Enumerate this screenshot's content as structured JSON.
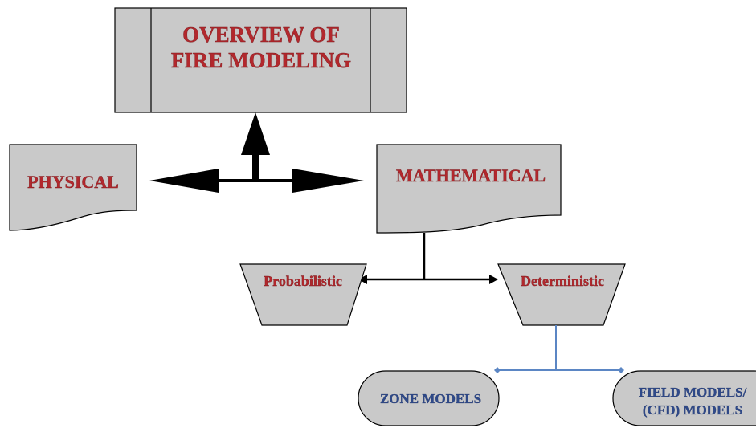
{
  "diagram": {
    "title": {
      "line1": "OVERVIEW OF",
      "line2": "FIRE MODELING"
    },
    "physical": "PHYSICAL",
    "mathematical": "MATHEMATICAL",
    "probabilistic": "Probabilistic",
    "deterministic": "Deterministic",
    "zone_models": "ZONE MODELS",
    "field_models": {
      "line1": "FIELD MODELS/",
      "line2": "(CFD) MODELS"
    }
  },
  "colors": {
    "box_fill": "#c9c9c9",
    "label_red": "#b3282d",
    "label_blue": "#2f4a8a",
    "connector_blue": "#5b86c4"
  }
}
